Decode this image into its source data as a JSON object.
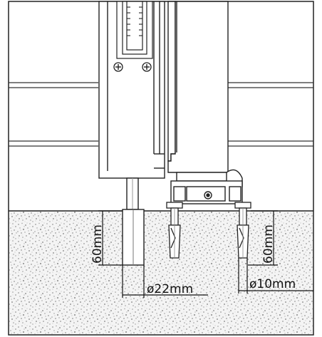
{
  "labels": {
    "post_depth": "60mm",
    "post_diameter": "ø22mm",
    "anchor_depth": "60mm",
    "anchor_diameter": "ø10mm"
  }
}
